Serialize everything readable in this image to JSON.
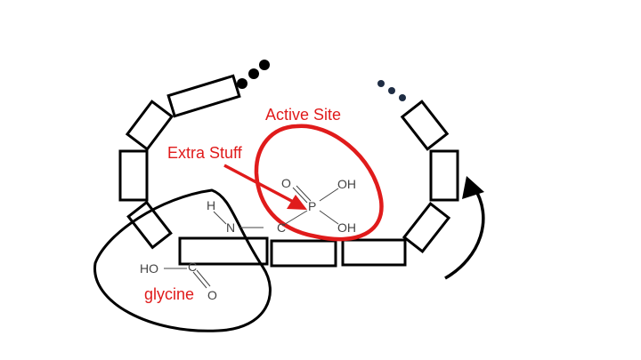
{
  "labels": {
    "active_site": "Active Site",
    "extra_stuff": "Extra Stuff",
    "glycine": "glycine"
  },
  "chem": {
    "H": "H",
    "N": "N",
    "P_atom": "P",
    "C_bond": "C",
    "O_double": "O",
    "OH_top": "OH",
    "OH_bottom": "OH",
    "HO": "HO",
    "C_lower": "C",
    "O_lower": "O"
  },
  "colors": {
    "highlight": "#e01b1b",
    "ink": "#000000",
    "dots_right": "#1f2d44",
    "atom_text": "#444444"
  }
}
